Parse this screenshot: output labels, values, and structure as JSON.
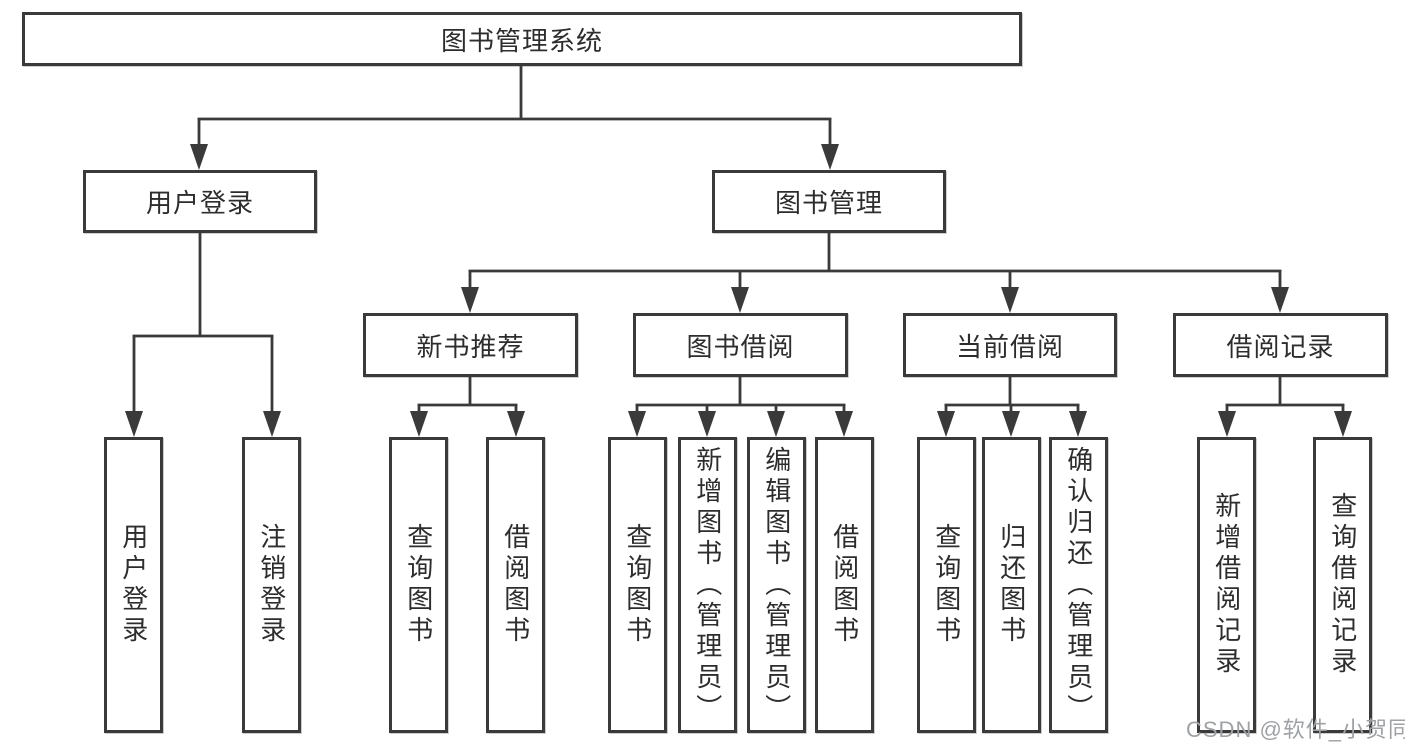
{
  "diagram_title": "图书管理系统",
  "tree": {
    "label": "图书管理系统",
    "children": [
      {
        "label": "用户登录",
        "children": [
          {
            "label": "用户登录"
          },
          {
            "label": "注销登录"
          }
        ]
      },
      {
        "label": "图书管理",
        "children": [
          {
            "label": "新书推荐",
            "children": [
              {
                "label": "查询图书"
              },
              {
                "label": "借阅图书"
              }
            ]
          },
          {
            "label": "图书借阅",
            "children": [
              {
                "label": "查询图书"
              },
              {
                "label": "新增图书（管理员）"
              },
              {
                "label": "编辑图书（管理员）"
              },
              {
                "label": "借阅图书"
              }
            ]
          },
          {
            "label": "当前借阅",
            "children": [
              {
                "label": "查询图书"
              },
              {
                "label": "归还图书"
              },
              {
                "label": "确认归还（管理员）"
              }
            ]
          },
          {
            "label": "借阅记录",
            "children": [
              {
                "label": "新增借阅记录"
              },
              {
                "label": "查询借阅记录"
              }
            ]
          }
        ]
      }
    ]
  },
  "watermark": "CSDN @软件_小贺同学",
  "colors": {
    "line": "#3a3a3a",
    "text": "#2d2d2d",
    "background": "#ffffff",
    "watermark": "#9fa2a5"
  }
}
